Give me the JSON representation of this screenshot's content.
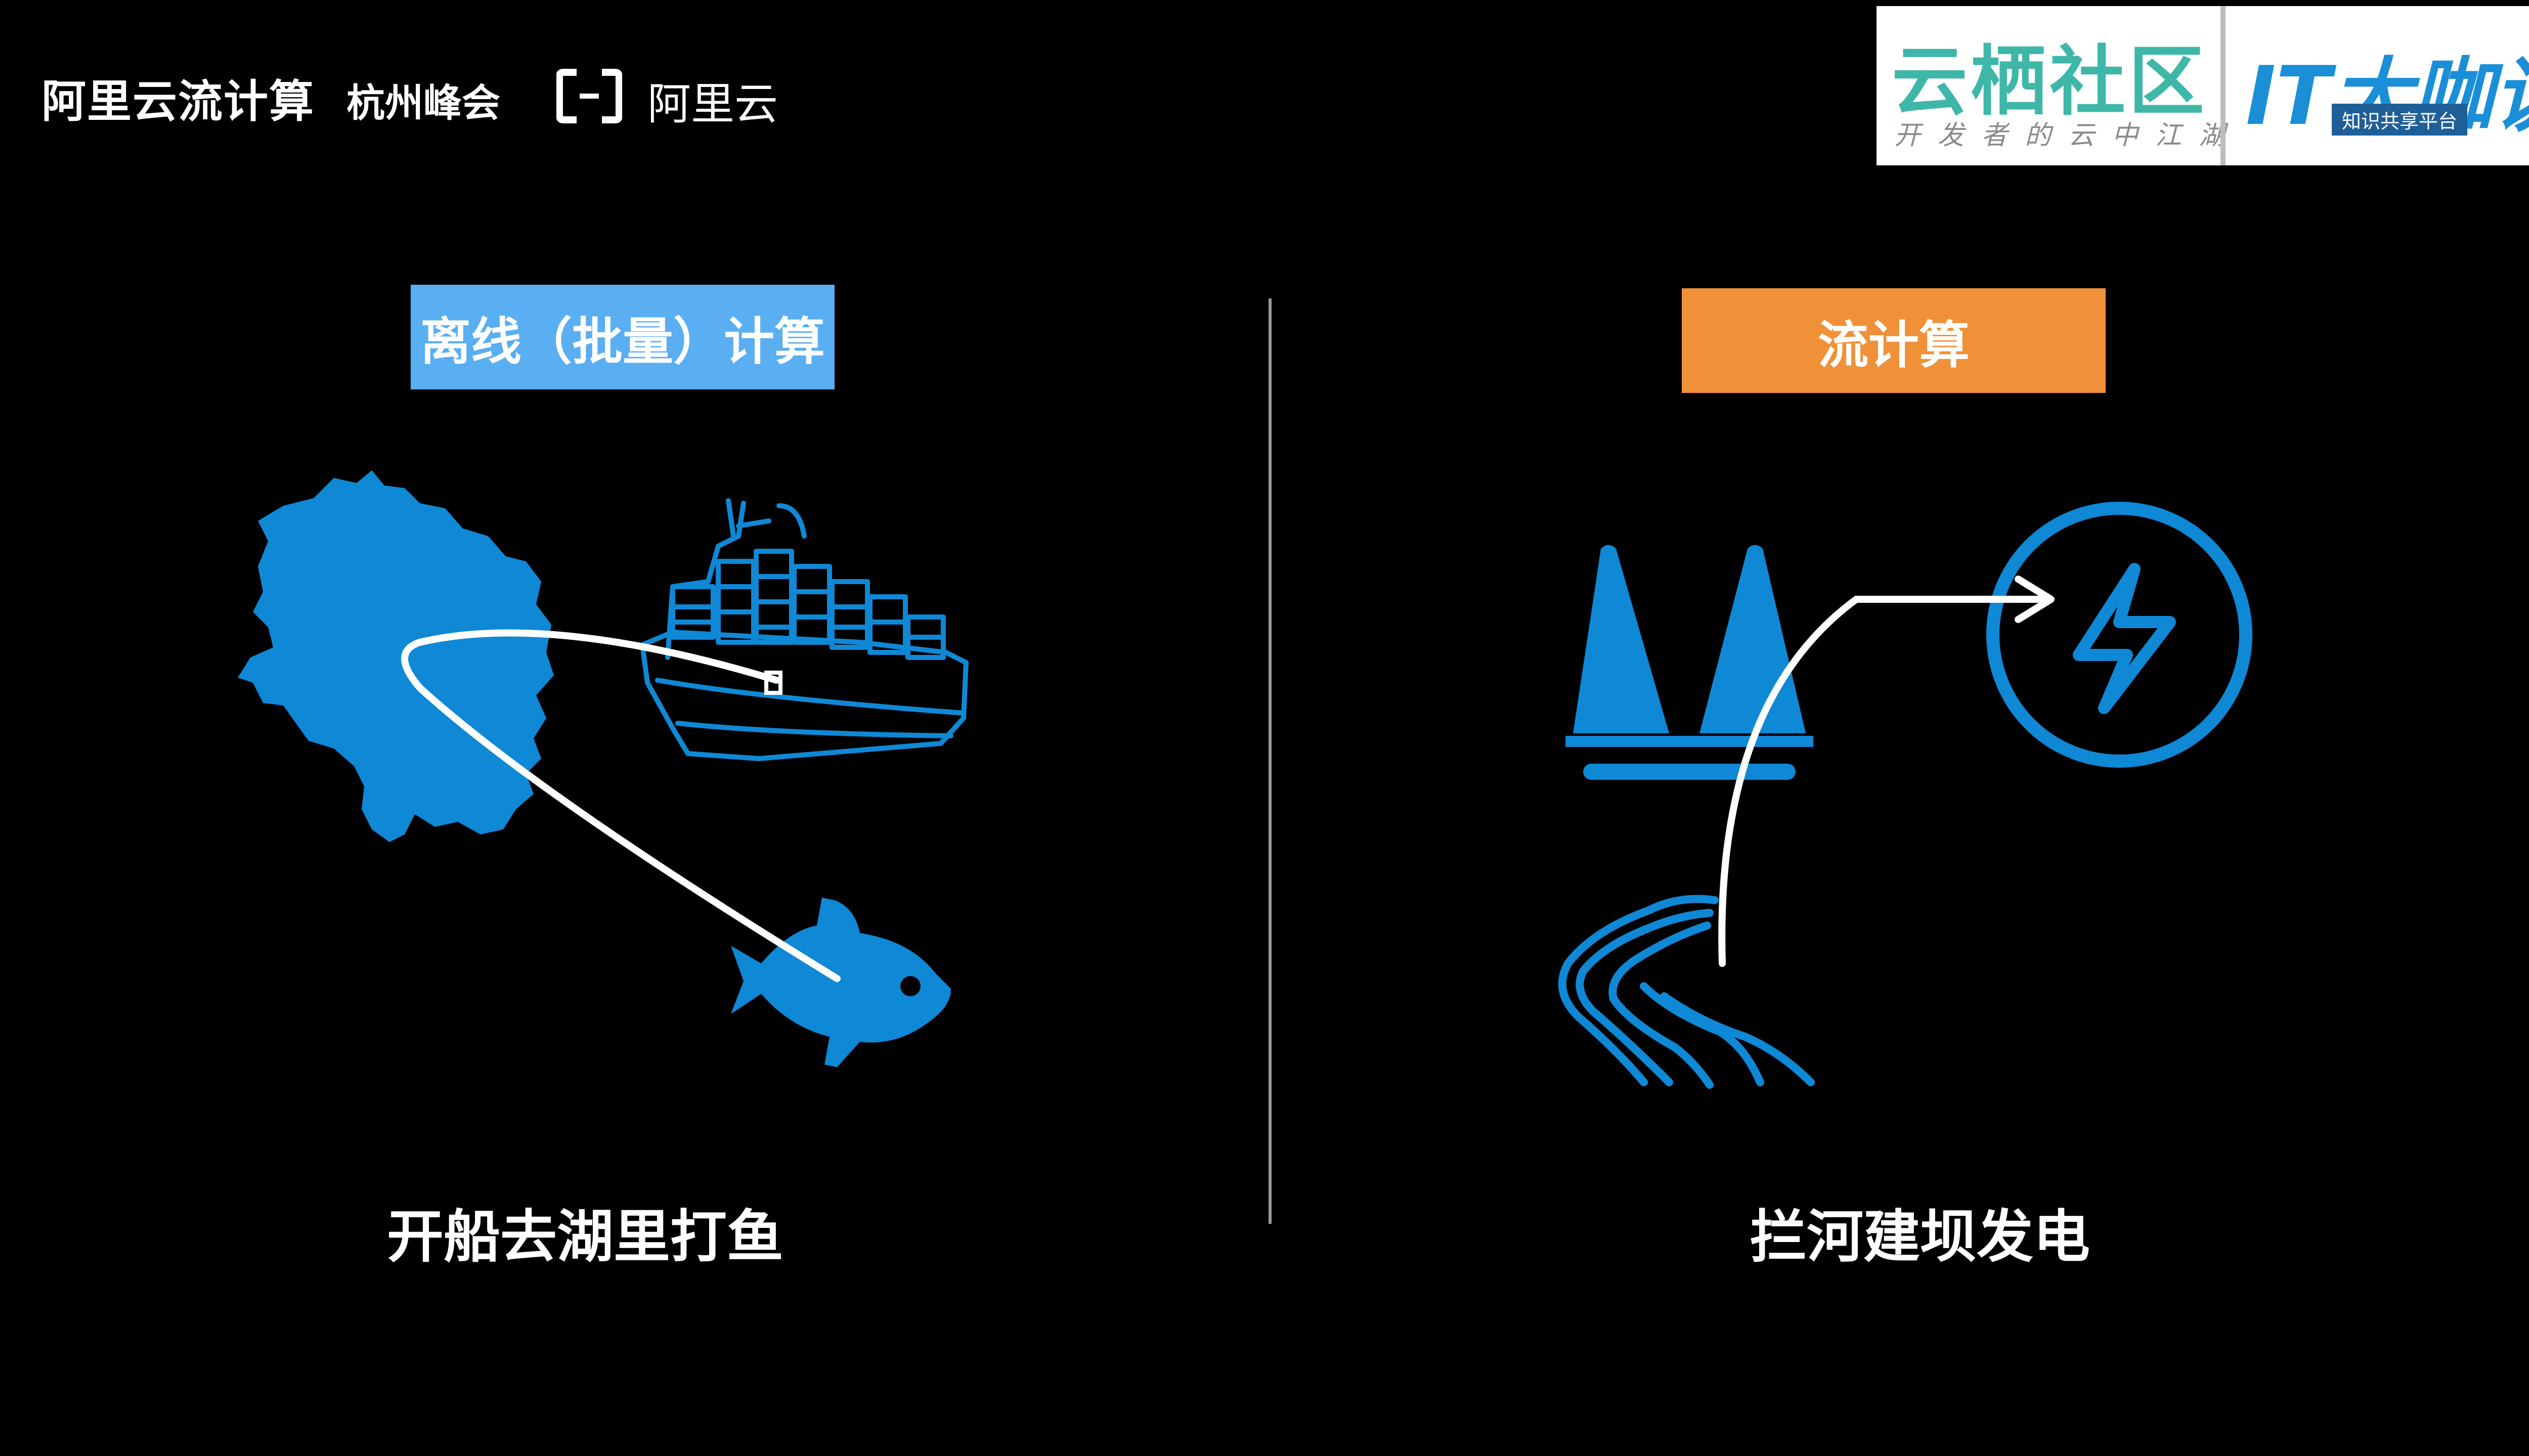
{
  "header": {
    "title": "阿里云流计算",
    "subtitle": "杭州峰会",
    "brand_text": "阿里云"
  },
  "partners": {
    "yunqi_title": "云栖社区",
    "yunqi_slogan": "开发者的云中江湖",
    "it_title": "IT大咖说",
    "it_badge": "知识共享平台"
  },
  "left_panel": {
    "tag": "离线（批量）计算",
    "caption": "开船去湖里打鱼"
  },
  "right_panel": {
    "tag": "流计算",
    "caption": "拦河建坝发电"
  },
  "colors": {
    "background": "#000000",
    "icon_blue": "#0f88d6",
    "batch_tag": "#5aaef2",
    "stream_tag": "#f0913a"
  },
  "icons": [
    "region-map-icon",
    "cargo-ship-icon",
    "fish-icon",
    "dam-icon",
    "river-icon",
    "lightning-circle-icon"
  ]
}
